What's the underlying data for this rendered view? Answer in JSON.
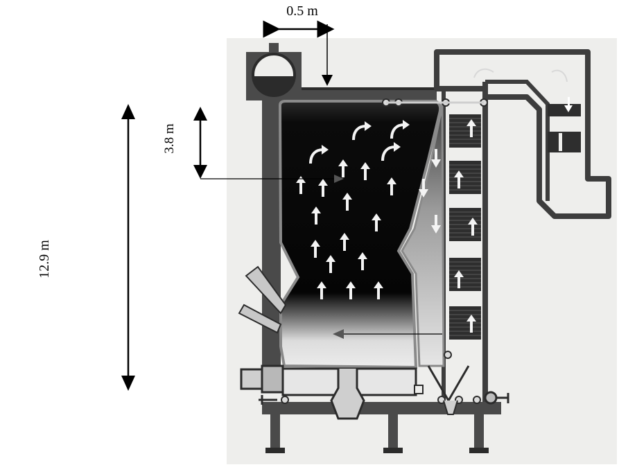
{
  "dimensions": {
    "top_width": "0.5 m",
    "freeboard_height": "3.8 m",
    "total_height": "12.9 m"
  },
  "colors": {
    "background": "#ffffff",
    "photo_paper": "#eeeeec",
    "steel": "#4a4a4a",
    "steel_dark": "#2b2b2b",
    "furnace_top": "#0a0a0a",
    "furnace_bed": "#dcdcdc",
    "flow_arrow": "#f4f4f4",
    "tube_fill": "#2e2e2e",
    "dimension_line": "#000000"
  },
  "icons": {
    "flow_arrow": "up-arrow-icon",
    "swirl_arrow": "curved-arrow-icon",
    "down_flow": "down-arrow-icon",
    "steam_drum": "steam-drum-icon",
    "valve": "valve-icon"
  }
}
